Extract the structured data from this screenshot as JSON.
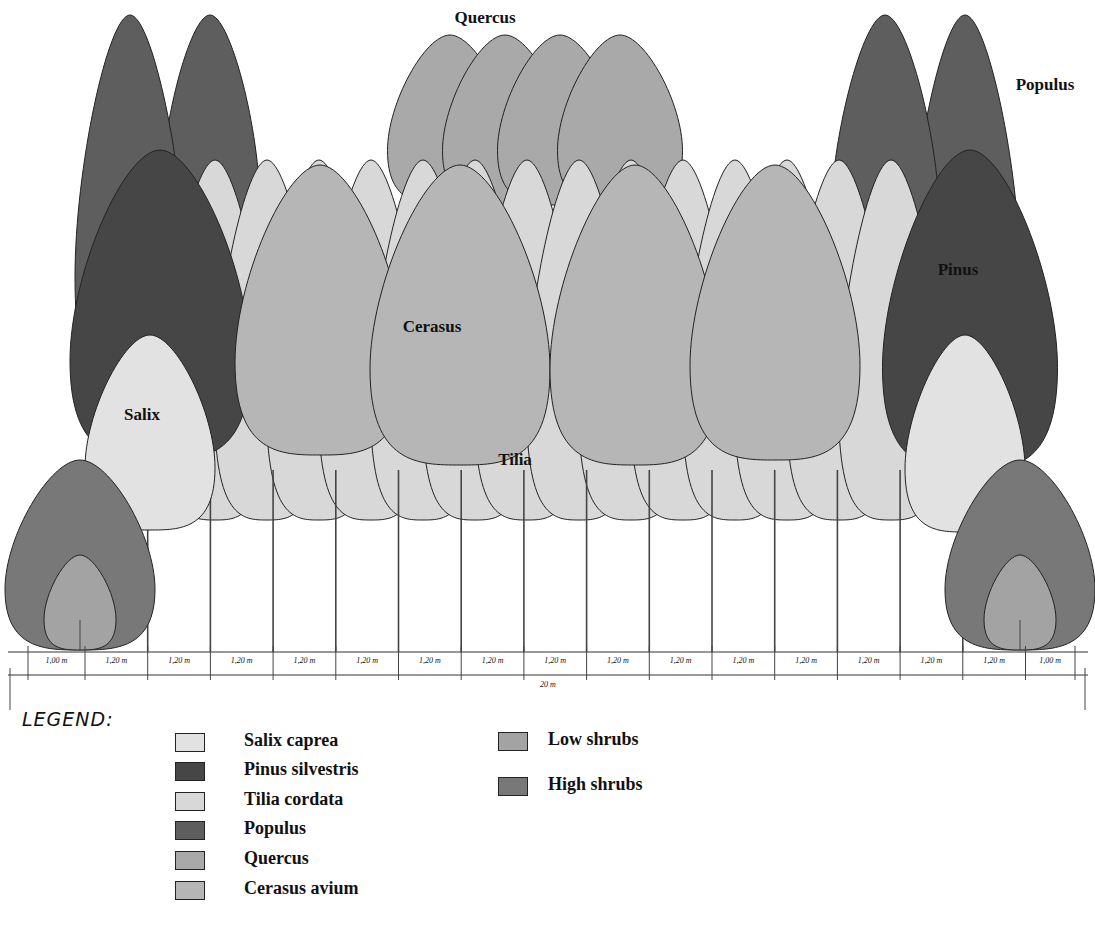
{
  "diagram": {
    "labels": [
      "Quercus",
      "Populus",
      "Pinus",
      "Cerasus",
      "Salix",
      "Tilia",
      "1,00 m",
      "1,20 m",
      "1,20 m",
      "1,20 m",
      "1,20 m",
      "1,20 m",
      "1,20 m",
      "1,20 m",
      "1,20 m",
      "1,20 m",
      "1,20 m",
      "1,20 m",
      "1,20 m",
      "1,20 m",
      "1,20 m",
      "1,20 m",
      "1,00 m",
      "20 m",
      "LEGEND:"
    ],
    "legend": [
      {
        "text": "Salix caprea",
        "color": "#e2e2e2"
      },
      {
        "text": "Pinus silvestris",
        "color": "#464646"
      },
      {
        "text": "Tilia cordata",
        "color": "#d8d8d8"
      },
      {
        "text": "Populus",
        "color": "#5e5e5e"
      },
      {
        "text": "Quercus",
        "color": "#a9a9a9"
      },
      {
        "text": "Cerasus avium",
        "color": "#b6b6b6"
      },
      {
        "text": "Low shrubs",
        "color": "#a3a3a3"
      },
      {
        "text": "High shrubs",
        "color": "#787878"
      }
    ]
  }
}
